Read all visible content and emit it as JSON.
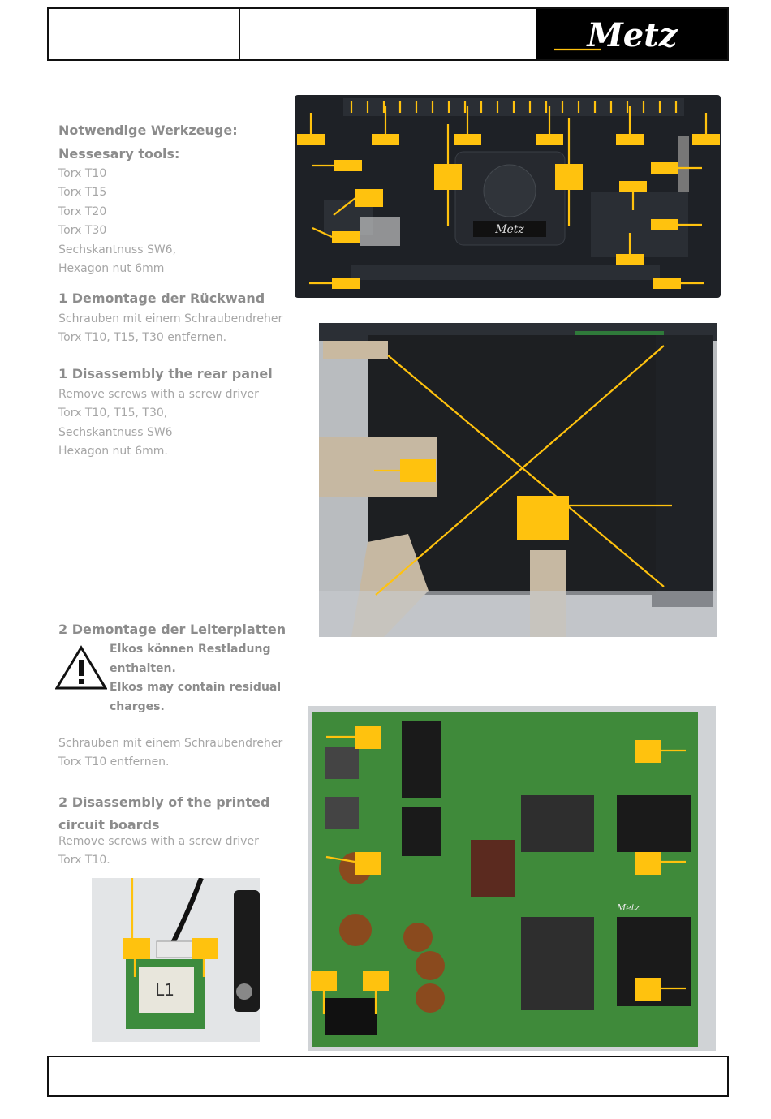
{
  "brand": {
    "logo_text": "Metz"
  },
  "header": {
    "cell1": "",
    "cell2": ""
  },
  "tools": {
    "title_de": "Notwendige Werkzeuge:",
    "title_en": "Nessesary tools:",
    "items": [
      "Torx T10",
      "Torx T15",
      "Torx T20",
      "Torx T30",
      "Sechskantnuss SW6,",
      "Hexagon nut 6mm"
    ]
  },
  "step1": {
    "title_de": "1 Demontage der Rückwand",
    "text_de": [
      "Schrauben mit einem Schraubendreher",
      "Torx T10, T15, T30 entfernen."
    ],
    "title_en": "1 Disassembly the rear panel",
    "text_en": [
      "Remove screws with a screw driver",
      "Torx T10, T15, T30,",
      "Sechskantnuss SW6",
      "Hexagon nut 6mm."
    ]
  },
  "step2": {
    "title_de": "2 Demontage der Leiterplatten",
    "warning": [
      "Elkos können Restladung",
      "enthalten.",
      "Elkos may contain residual",
      "charges."
    ],
    "text_de": [
      "Schrauben mit einem Schraubendreher",
      "Torx T10 entfernen."
    ],
    "title_en": [
      "2 Disassembly of the printed",
      "circuit boards"
    ],
    "text_en": [
      "Remove screws with a screw driver",
      "Torx T10."
    ]
  },
  "photos": {
    "rear_panel": {
      "logo_text": "Metz"
    },
    "led_board": {
      "marking": "L1"
    },
    "power_board": {
      "label": "Metz"
    }
  },
  "colors": {
    "marker": "#ffc20e",
    "pcb": "#3f8a3a",
    "panel": "#1e2126"
  }
}
